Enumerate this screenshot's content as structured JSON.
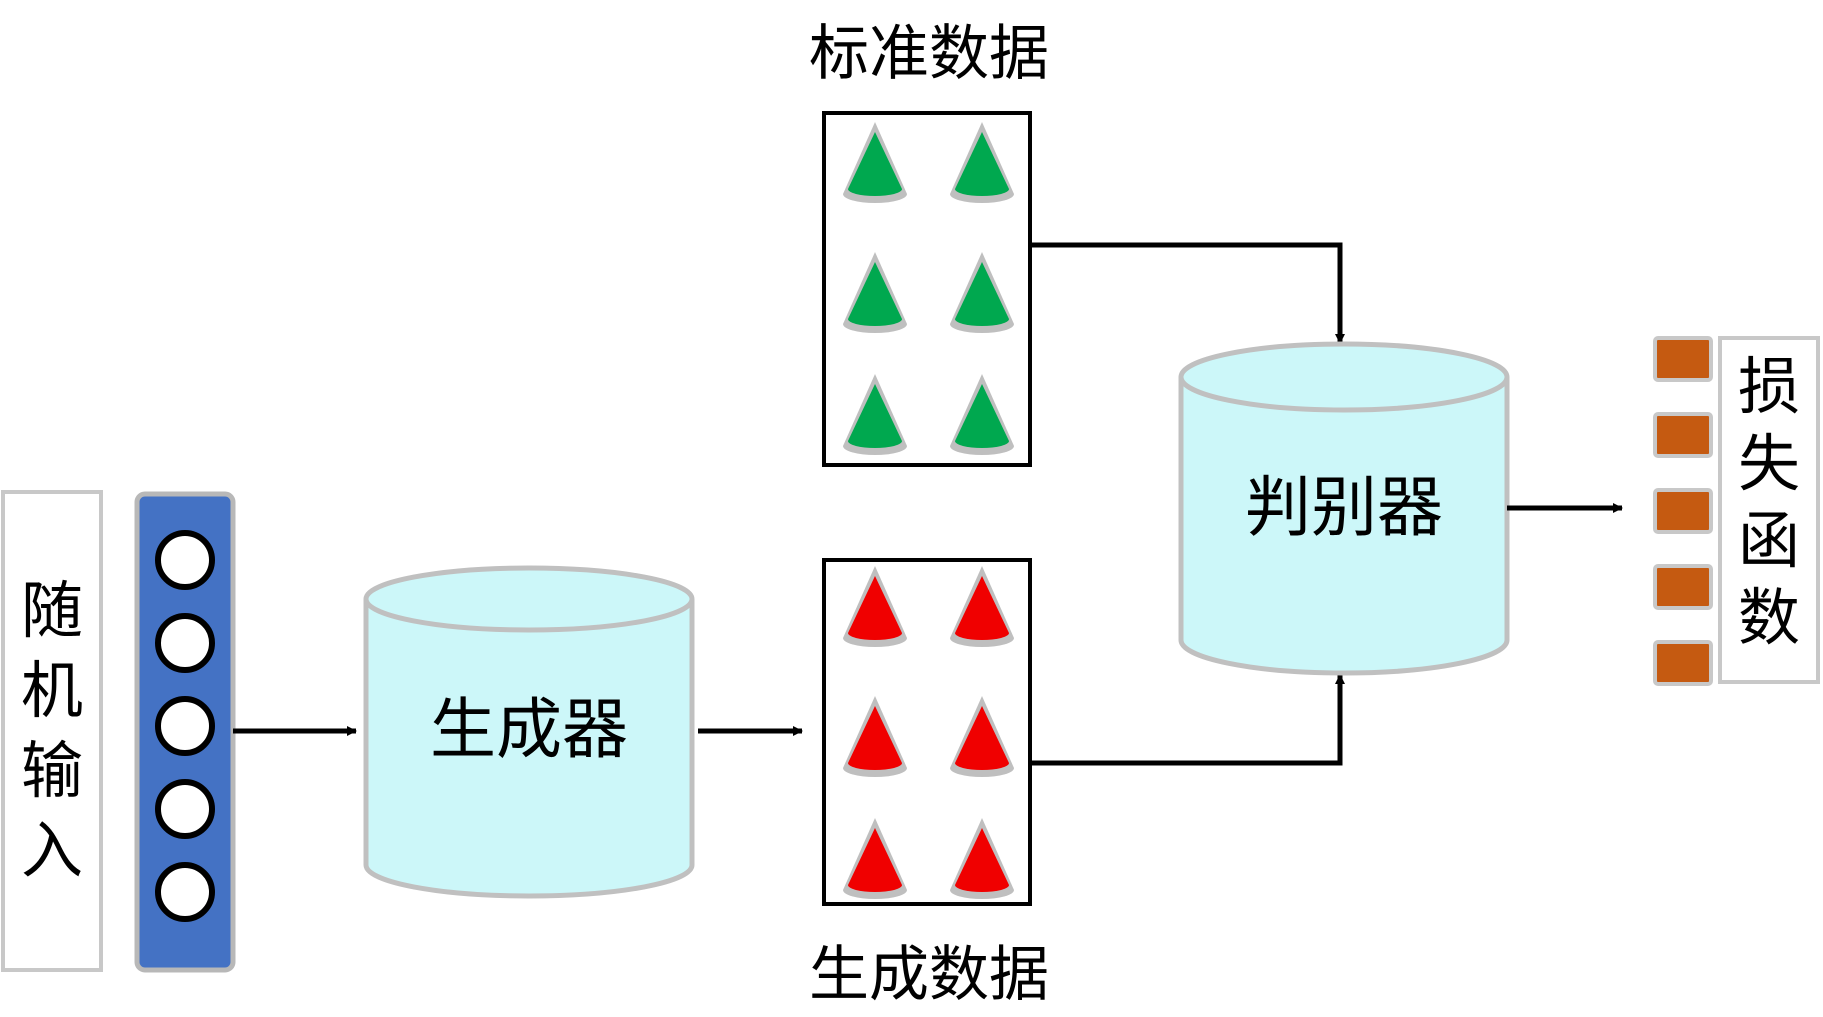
{
  "labels": {
    "random_input": [
      "随",
      "机",
      "输",
      "入"
    ],
    "generator": "生成器",
    "standard_data": "标准数据",
    "generated_data": "生成数据",
    "discriminator": "判别器",
    "loss_function": [
      "损",
      "失",
      "函",
      "数"
    ]
  },
  "colors": {
    "input_bar": "#4472c4",
    "cylinder_fill": "#ccf7f9",
    "cylinder_stroke": "#c0c0c0",
    "real_cone": "#00a84f",
    "fake_cone": "#f00000",
    "loss_square": "#c55a11",
    "arrow": "#000000"
  },
  "counts": {
    "input_nodes": 5,
    "loss_outputs": 5
  }
}
